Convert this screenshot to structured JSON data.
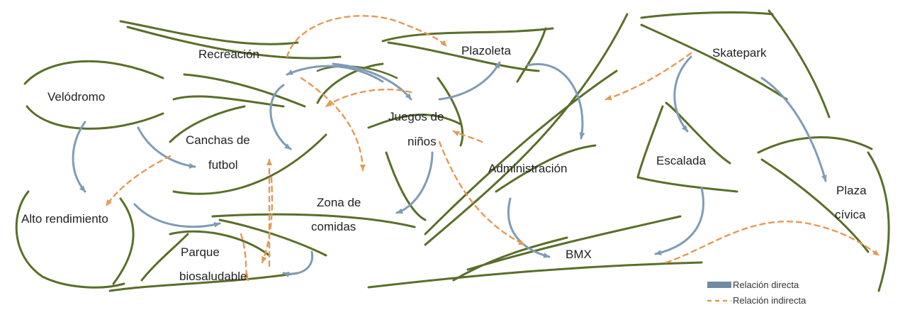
{
  "colors": {
    "stroke": "#5a6e2a",
    "direct": "#7f9cb5",
    "indirect": "#e39a55",
    "text": "#222222"
  },
  "areas": {
    "velodromo": "Velódromo",
    "recreacion": "Recreación",
    "plazoleta": "Plazoleta",
    "skatepark": "Skatepark",
    "canchas_line1": "Canchas de",
    "canchas_line2": "futbol",
    "juegos_line1": "Juegos de",
    "juegos_line2": "niños",
    "administracion": "Administración",
    "escalada": "Escalada",
    "plaza_line1": "Plaza",
    "plaza_line2": "cívica",
    "alto_rendimiento": "Alto rendimiento",
    "zona_line1": "Zona de",
    "zona_line2": "comidas",
    "parque_line1": "Parque",
    "parque_line2": "biosaludable",
    "bmx": "BMX"
  },
  "legend": {
    "direct": "Relación directa",
    "indirect": "Relación indirecta"
  }
}
